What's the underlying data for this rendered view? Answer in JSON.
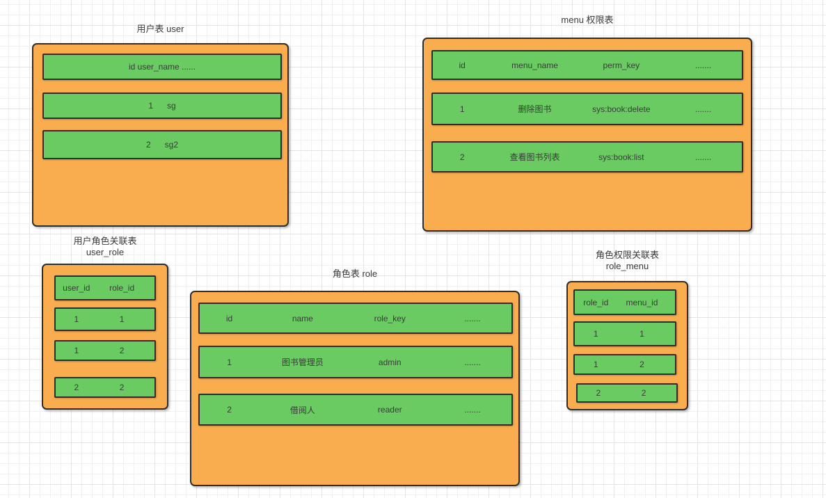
{
  "colors": {
    "shape_fill": "#F9AD4F",
    "row_fill": "#6BCB63",
    "shape_stroke": "#2D2D2D",
    "text_color": "#3A3A3A",
    "grid_minor": "#F0F0F1",
    "grid_major": "#E3E4E6"
  },
  "tables": [
    {
      "name": "user",
      "title": "用户表  user",
      "rows": [
        {
          "cells": [
            "id user_name ......"
          ]
        },
        {
          "cells": [
            "1      sg"
          ]
        },
        {
          "cells": [
            "2      sg2"
          ]
        }
      ]
    },
    {
      "name": "menu",
      "title": "menu 权限表",
      "rows": [
        {
          "cells": [
            "id",
            "menu_name",
            "perm_key",
            "......."
          ]
        },
        {
          "cells": [
            "1",
            "删除图书",
            "sys:book:delete",
            "......."
          ]
        },
        {
          "cells": [
            "2",
            "查看图书列表",
            "sys:book:list",
            "......."
          ]
        }
      ]
    },
    {
      "name": "user_role",
      "title": "用户角色关联表",
      "subtitle": "user_role",
      "rows": [
        {
          "cells": [
            "user_id",
            "role_id"
          ]
        },
        {
          "cells": [
            "1",
            "1"
          ]
        },
        {
          "cells": [
            "1",
            "2"
          ]
        },
        {
          "cells": [
            "2",
            "2"
          ]
        }
      ]
    },
    {
      "name": "role",
      "title": "角色表   role",
      "rows": [
        {
          "cells": [
            "id",
            "name",
            "role_key",
            "......."
          ]
        },
        {
          "cells": [
            "1",
            "图书管理员",
            "admin",
            "......."
          ]
        },
        {
          "cells": [
            "2",
            "借阅人",
            "reader",
            "......."
          ]
        }
      ]
    },
    {
      "name": "role_menu",
      "title": "角色权限关联表",
      "subtitle": "role_menu",
      "rows": [
        {
          "cells": [
            "role_id",
            "menu_id"
          ]
        },
        {
          "cells": [
            "1",
            "1"
          ]
        },
        {
          "cells": [
            "1",
            "2"
          ]
        },
        {
          "cells": [
            "2",
            "2"
          ]
        }
      ]
    }
  ]
}
